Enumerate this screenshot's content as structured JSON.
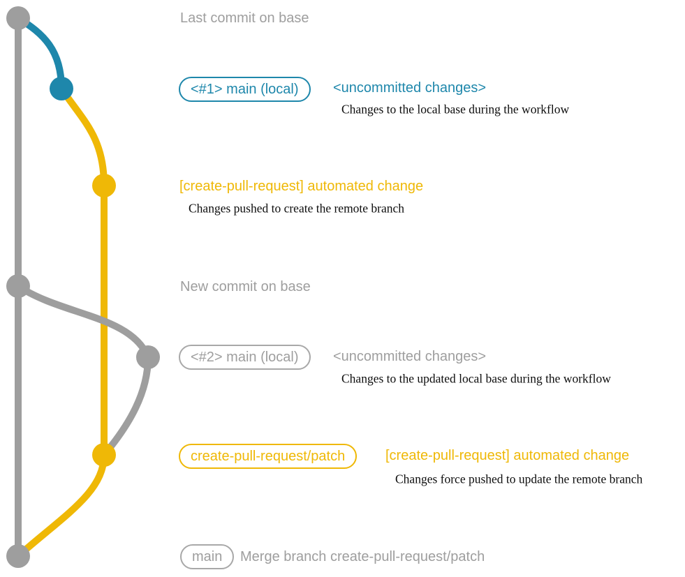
{
  "graph": {
    "type": "git-branch-diagram",
    "branches": [
      {
        "name": "base",
        "color": "#9e9e9e"
      },
      {
        "name": "main (local)",
        "color": "#1e87ab"
      },
      {
        "name": "create-pull-request/patch",
        "color": "#efb806"
      }
    ],
    "commit_sequence": [
      {
        "branch": "base",
        "label": "Last commit on base"
      },
      {
        "branch": "main (local)",
        "label": "<#1> main (local) <uncommitted changes>"
      },
      {
        "branch": "create-pull-request/patch",
        "label": "[create-pull-request] automated change"
      },
      {
        "branch": "base",
        "label": "New commit on base"
      },
      {
        "branch": "main (local)",
        "label": "<#2> main (local) <uncommitted changes>"
      },
      {
        "branch": "create-pull-request/patch",
        "label": "create-pull-request/patch [create-pull-request] automated change"
      },
      {
        "branch": "base",
        "label": "main Merge branch create-pull-request/patch"
      }
    ]
  },
  "colors": {
    "gray": "#9e9e9e",
    "blue": "#1e87ab",
    "yellow": "#efb806",
    "caption_black": "#0d0d0d"
  },
  "rows": {
    "row_last_commit": {
      "annotation": "Last commit on base"
    },
    "row_main_local_1": {
      "badge": "<#1> main (local)",
      "label": "<uncommitted changes>",
      "caption": "Changes to the local base during the workflow"
    },
    "row_automated_1": {
      "label": "[create-pull-request] automated change",
      "caption": "Changes pushed to create the remote branch"
    },
    "row_new_commit": {
      "annotation": "New commit on base"
    },
    "row_main_local_2": {
      "badge": "<#2> main (local)",
      "label": "<uncommitted changes>",
      "caption": "Changes to the updated local base during the workflow"
    },
    "row_patch": {
      "badge": "create-pull-request/patch",
      "label": "[create-pull-request] automated change",
      "caption": "Changes force pushed to update the remote branch"
    },
    "row_merge": {
      "badge": "main",
      "label": "Merge branch create-pull-request/patch"
    }
  }
}
